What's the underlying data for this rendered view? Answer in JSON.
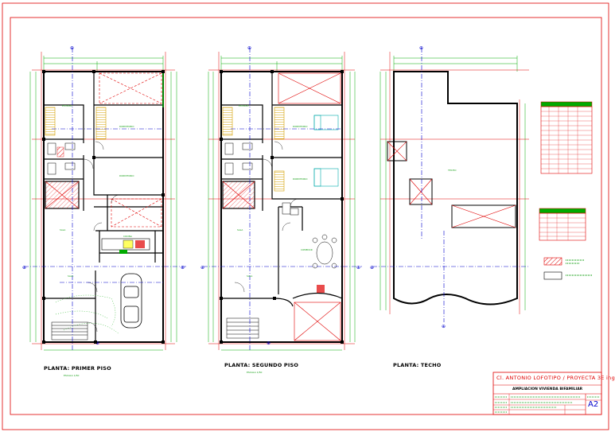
{
  "plans": [
    {
      "title": "PLANTA: PRIMER PISO",
      "scale": "ESCALA 1/50"
    },
    {
      "title": "PLANTA: SEGUNDO PISO",
      "scale": "ESCALA 1/50"
    },
    {
      "title": "PLANTA: TECHO"
    }
  ],
  "title_block": {
    "owner": "Cl. ANTONIO LOFOTIPO / PROYECTA 3E ing",
    "project": "AMPLIACION VIVIENDA BIFAMILIAR",
    "sheet": "A2"
  },
  "colors": {
    "frame": "#e00000",
    "walls": "#000000",
    "axes": "#0000cc",
    "dimensions": "#00aa00",
    "doors": "#d4a000",
    "text": "#18a018"
  }
}
